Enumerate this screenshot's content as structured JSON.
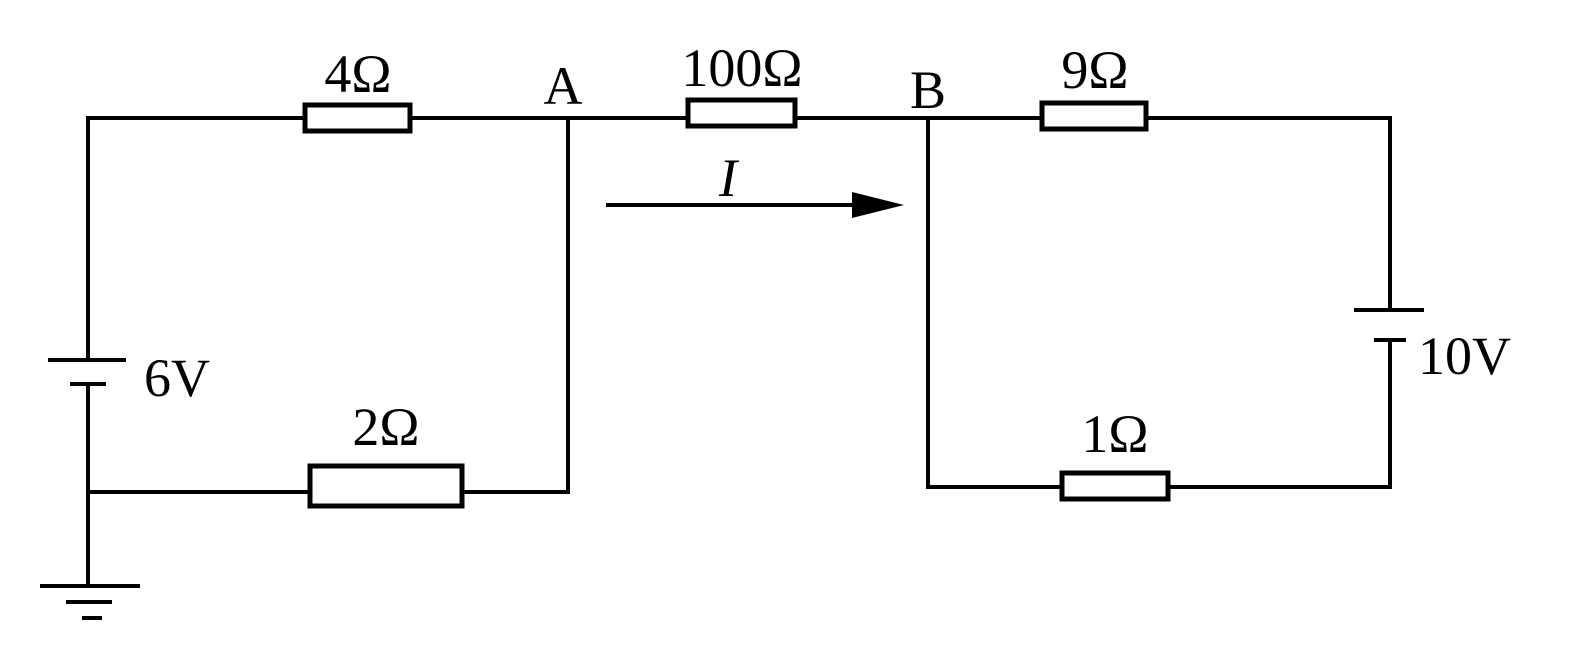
{
  "labels": {
    "r_top_left": "4Ω",
    "r_top_mid": "100Ω",
    "r_top_right": "9Ω",
    "r_bottom_left": "2Ω",
    "r_bottom_right": "1Ω",
    "node_a": "A",
    "node_b": "B",
    "current": "I",
    "battery_left": "6V",
    "battery_right": "10V"
  },
  "colors": {
    "stroke": "#000000",
    "background": "#ffffff"
  },
  "icons": {
    "ground": "ground-icon",
    "battery": "battery-icon",
    "resistor": "resistor-icon",
    "arrow": "current-arrow-icon"
  }
}
